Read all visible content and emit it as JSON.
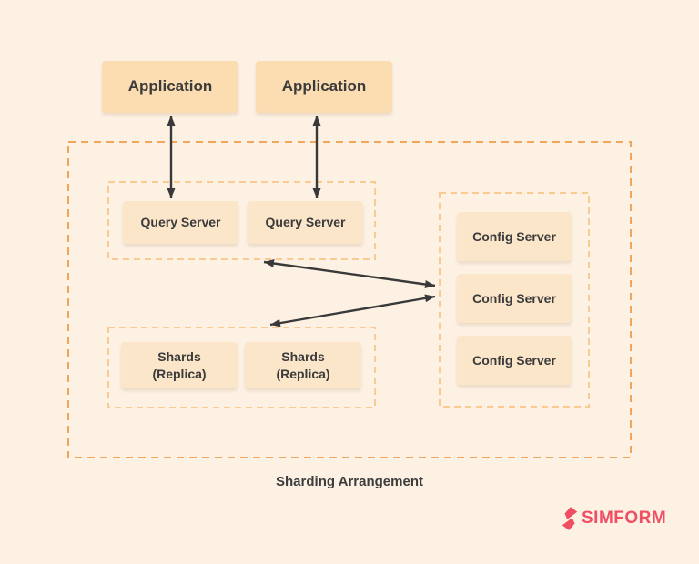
{
  "diagram": {
    "caption": "Sharding Arrangement",
    "applications": [
      "Application",
      "Application"
    ],
    "query_servers": [
      "Query Server",
      "Query Server"
    ],
    "shards": [
      {
        "line1": "Shards",
        "line2": "(Replica)"
      },
      {
        "line1": "Shards",
        "line2": "(Replica)"
      }
    ],
    "config_servers": [
      "Config Server",
      "Config Server",
      "Config Server"
    ]
  },
  "branding": {
    "logo_text": "SIMFORM",
    "logo_color": "#ef4f63"
  },
  "colors": {
    "background": "#fdf1e4",
    "application_box_fill": "#fcdcb1",
    "inner_box_fill": "#fbe6ca",
    "outer_dashed_border": "#f2a65c",
    "inner_dashed_border": "#f9cb92",
    "arrow": "#393939",
    "text": "#3b3b3b"
  }
}
